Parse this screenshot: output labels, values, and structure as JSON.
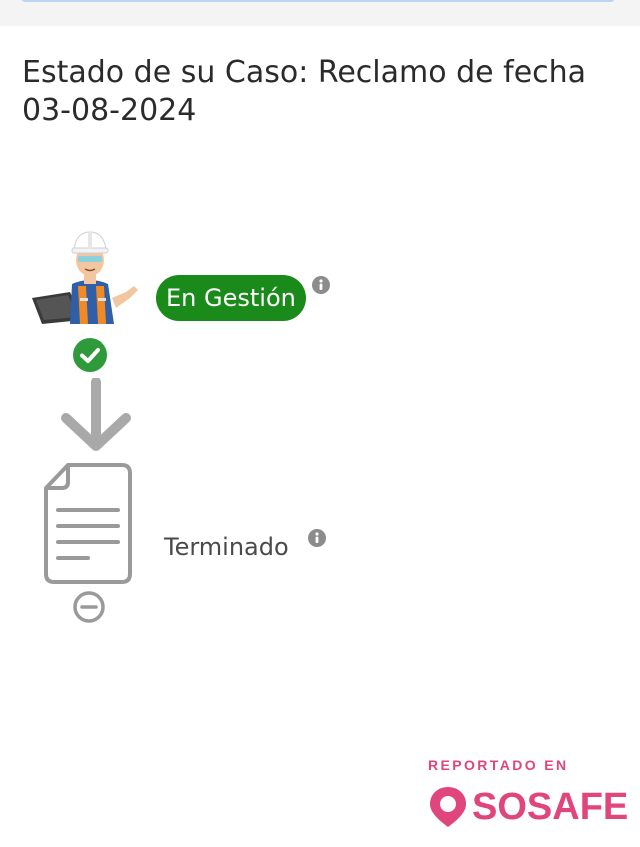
{
  "header": {
    "title": "Estado de su Caso: Reclamo de fecha 03-08-2024"
  },
  "steps": [
    {
      "status_label": "En Gestión",
      "state": "completed",
      "icon": "worker-with-laptop-icon",
      "status_color": "#1a8a1a"
    },
    {
      "status_label": "Terminado",
      "state": "pending",
      "icon": "document-icon"
    }
  ],
  "footer": {
    "reported_label": "REPORTADO EN",
    "brand_name": "SOSAFE",
    "brand_color": "#e0457b"
  },
  "colors": {
    "success": "#2e9a3a",
    "inactive": "#9a9a9a"
  }
}
